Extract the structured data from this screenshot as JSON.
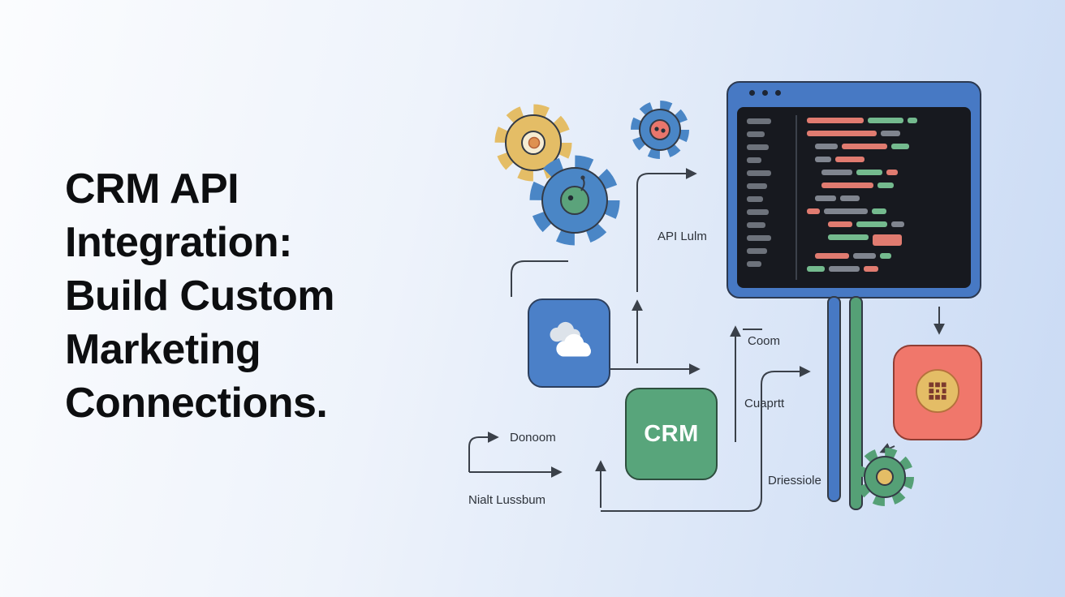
{
  "headline": {
    "lines": [
      "CRM API",
      "Integration:",
      "Build Custom",
      "Marketing",
      "Connections."
    ]
  },
  "diagram": {
    "crm_box_label": "CRM",
    "labels": {
      "api": "API Lulm",
      "coom": "Coom",
      "cuaprtt": "Cuaprtt",
      "donoom": "Donoom",
      "nialt_lussbum": "Nialt Lussbum",
      "driessiole": "Driessiole"
    },
    "colors": {
      "background_left": "#fbfcfe",
      "background_right": "#c9daf4",
      "window_frame_blue": "#4779c4",
      "code_panel_dark": "#17191f",
      "code_bar_gray": "#80858f",
      "code_bar_red": "#e07b70",
      "code_bar_green": "#74ba8e",
      "gutter_bar_gray": "#6d727b",
      "crm_green": "#58a57b",
      "cloud_blue": "#4b80c8",
      "chip_box_red": "#f0776b",
      "gear_yellow": "#e4bd66",
      "gear_blue": "#4a86c6",
      "gear_green": "#55a076",
      "connector_dark": "#3a4049"
    },
    "icons": [
      "gear-icon",
      "cloud-icon",
      "pixel-chip-icon",
      "window-dots-icon"
    ],
    "code_window": {
      "gutter_bars": [
        30,
        22,
        27,
        18,
        30,
        25,
        20,
        27,
        23,
        30,
        25,
        18
      ],
      "lines": [
        {
          "indent": 0,
          "segments": [
            [
              "red",
              70
            ],
            [
              "green",
              44
            ],
            [
              "green",
              12
            ]
          ]
        },
        {
          "indent": 0,
          "segments": [
            [
              "red",
              86
            ],
            [
              "gray",
              24
            ]
          ]
        },
        {
          "indent": 10,
          "segments": [
            [
              "gray",
              28
            ],
            [
              "red",
              56
            ],
            [
              "green",
              22
            ]
          ]
        },
        {
          "indent": 10,
          "segments": [
            [
              "gray",
              20
            ],
            [
              "red",
              36
            ]
          ]
        },
        {
          "indent": 18,
          "segments": [
            [
              "gray",
              38
            ],
            [
              "green",
              32
            ],
            [
              "red",
              14
            ]
          ]
        },
        {
          "indent": 18,
          "segments": [
            [
              "red",
              64
            ],
            [
              "green",
              20
            ]
          ]
        },
        {
          "indent": 10,
          "segments": [
            [
              "gray",
              26
            ],
            [
              "gray",
              24
            ]
          ]
        },
        {
          "indent": 0,
          "segments": [
            [
              "red",
              16
            ],
            [
              "gray",
              54
            ],
            [
              "green",
              18
            ]
          ]
        },
        {
          "indent": 26,
          "segments": [
            [
              "red",
              30
            ],
            [
              "green",
              38
            ],
            [
              "gray",
              16
            ]
          ]
        },
        {
          "indent": 26,
          "segments": [
            [
              "green",
              50
            ],
            [
              "red",
              36,
              14
            ]
          ]
        },
        {
          "indent": 10,
          "segments": [
            [
              "red",
              42
            ],
            [
              "gray",
              28
            ],
            [
              "green",
              14
            ]
          ]
        },
        {
          "indent": 0,
          "segments": [
            [
              "green",
              22
            ],
            [
              "gray",
              38
            ],
            [
              "red",
              18
            ]
          ]
        }
      ]
    }
  }
}
